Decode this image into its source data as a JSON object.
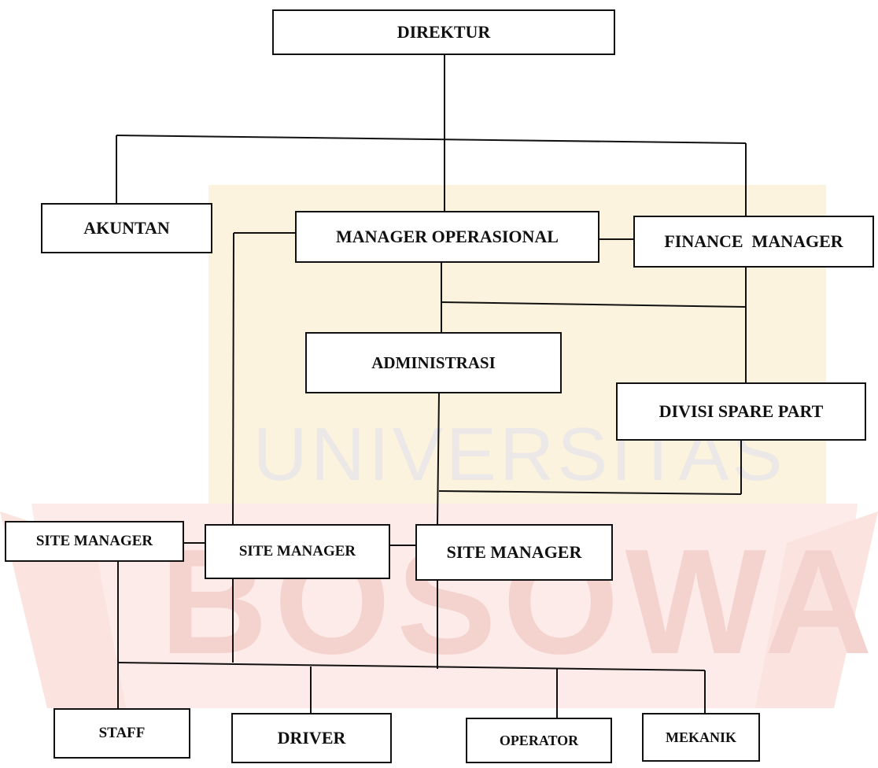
{
  "watermark": {
    "word": "UNIVERSITAS",
    "brand": "BOSOWA",
    "colors": {
      "gold": "#f6e6b8",
      "red": "#f4d3cf",
      "grey": "#ece8e8"
    }
  },
  "nodes": {
    "direktur": "DIREKTUR",
    "akuntan": "AKUNTAN",
    "manager_operasional": "MANAGER OPERASIONAL",
    "finance_manager": "FINANCE  MANAGER",
    "administrasi": "ADMINISTRASI",
    "divisi_spare_part": "DIVISI SPARE PART",
    "site_manager_1": "SITE MANAGER",
    "site_manager_2": "SITE MANAGER",
    "site_manager_3": "SITE MANAGER",
    "staff": "STAFF",
    "driver": "DRIVER",
    "operator": "OPERATOR",
    "mekanik": "MEKANIK"
  }
}
